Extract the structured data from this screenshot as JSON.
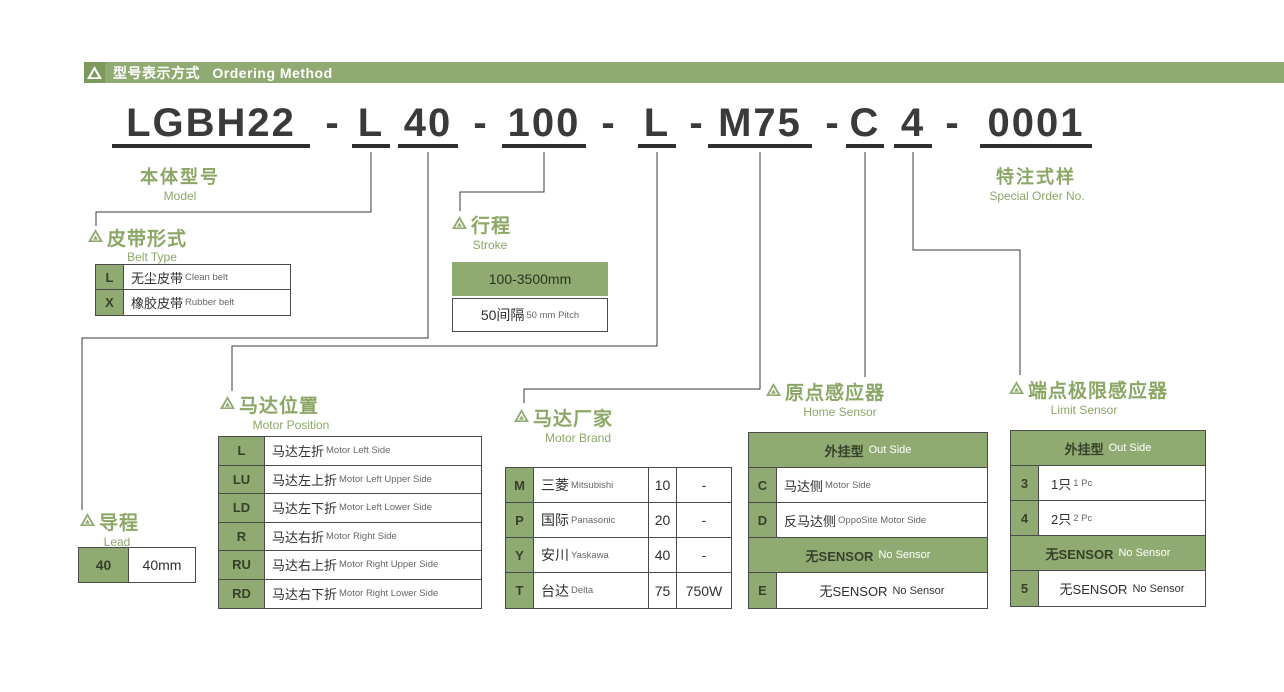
{
  "header": {
    "title_zh": "型号表示方式",
    "title_en": "Ordering  Method"
  },
  "model_code": {
    "model": "LGBH22",
    "dash": "-",
    "belt": "L",
    "lead": "40",
    "stroke": "100",
    "motor_position": "L",
    "motor_brand": "M75",
    "home_sensor": "C",
    "limit_sensor": "4",
    "special": "0001"
  },
  "model_label": {
    "zh": "本体型号",
    "en": "Model"
  },
  "special_label": {
    "zh": "特注式样",
    "en": "Special Order No."
  },
  "belt_type": {
    "title_zh": "皮带形式",
    "title_en": "Belt Type",
    "rows": [
      {
        "code": "L",
        "zh": "无尘皮带",
        "en": "Clean belt"
      },
      {
        "code": "X",
        "zh": "橡胶皮带",
        "en": "Rubber belt"
      }
    ]
  },
  "stroke": {
    "title_zh": "行程",
    "title_en": "Stroke",
    "range": "100-3500mm",
    "pitch_zh": "50间隔",
    "pitch_en": "50 mm Pitch"
  },
  "lead": {
    "title_zh": "导程",
    "title_en": "Lead",
    "code": "40",
    "value": "40mm"
  },
  "motor_position": {
    "title_zh": "马达位置",
    "title_en": "Motor Position",
    "rows": [
      {
        "code": "L",
        "zh": "马达左折",
        "en": "Motor Left Side"
      },
      {
        "code": "LU",
        "zh": "马达左上折",
        "en": "Motor Left Upper Side"
      },
      {
        "code": "LD",
        "zh": "马达左下折",
        "en": "Motor Left Lower Side"
      },
      {
        "code": "R",
        "zh": "马达右折",
        "en": "Motor Right Side"
      },
      {
        "code": "RU",
        "zh": "马达右上折",
        "en": "Motor Right Upper Side"
      },
      {
        "code": "RD",
        "zh": "马达右下折",
        "en": "Motor Right Lower Side"
      }
    ]
  },
  "motor_brand": {
    "title_zh": "马达厂家",
    "title_en": "Motor Brand",
    "rows": [
      {
        "code": "M",
        "zh": "三菱",
        "en": "Mitsubishi",
        "power_code": "10",
        "power": "-"
      },
      {
        "code": "P",
        "zh": "国际",
        "en": "Panasonic",
        "power_code": "20",
        "power": "-"
      },
      {
        "code": "Y",
        "zh": "安川",
        "en": "Yaskawa",
        "power_code": "40",
        "power": "-"
      },
      {
        "code": "T",
        "zh": "台达",
        "en": "Delta",
        "power_code": "75",
        "power": "750W"
      }
    ]
  },
  "home_sensor": {
    "title_zh": "原点感应器",
    "title_en": "Home Sensor",
    "group_out_zh": "外挂型",
    "group_out_en": "Out Side",
    "rows": [
      {
        "code": "C",
        "zh": "马达侧",
        "en": "Motor Side"
      },
      {
        "code": "D",
        "zh": "反马达侧",
        "en": "OppoSite Motor Side"
      }
    ],
    "group_none_zh": "无SENSOR",
    "group_none_en": "No Sensor",
    "none_row": {
      "code": "E",
      "zh": "无SENSOR",
      "en": "No Sensor"
    }
  },
  "limit_sensor": {
    "title_zh": "端点极限感应器",
    "title_en": "Limit Sensor",
    "group_out_zh": "外挂型",
    "group_out_en": "Out Side",
    "rows": [
      {
        "code": "3",
        "zh": "1只",
        "en": "1 Pc"
      },
      {
        "code": "4",
        "zh": "2只",
        "en": "2 Pc"
      }
    ],
    "group_none_zh": "无SENSOR",
    "group_none_en": "No Sensor",
    "none_row": {
      "code": "5",
      "zh": "无SENSOR",
      "en": "No Sensor"
    }
  }
}
